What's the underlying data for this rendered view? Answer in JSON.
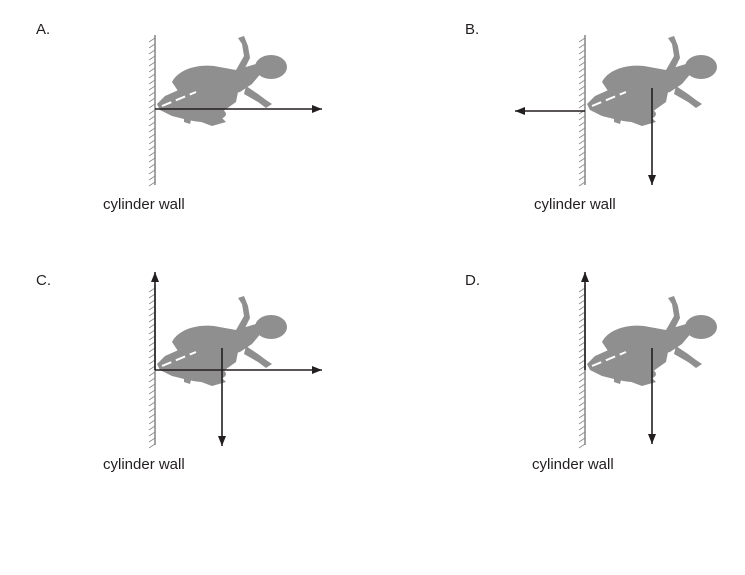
{
  "colors": {
    "figure": "#8f8f8f",
    "arrow": "#231f20",
    "wall": "#8c8c8c",
    "text": "#231f20"
  },
  "panels": [
    {
      "letter": "A.",
      "caption": "cylinder wall",
      "arrows": [
        "right"
      ]
    },
    {
      "letter": "B.",
      "caption": "cylinder wall",
      "arrows": [
        "left",
        "down"
      ]
    },
    {
      "letter": "C.",
      "caption": "cylinder wall",
      "arrows": [
        "up",
        "right",
        "down"
      ]
    },
    {
      "letter": "D.",
      "caption": "cylinder wall",
      "arrows": [
        "up",
        "down"
      ]
    }
  ]
}
